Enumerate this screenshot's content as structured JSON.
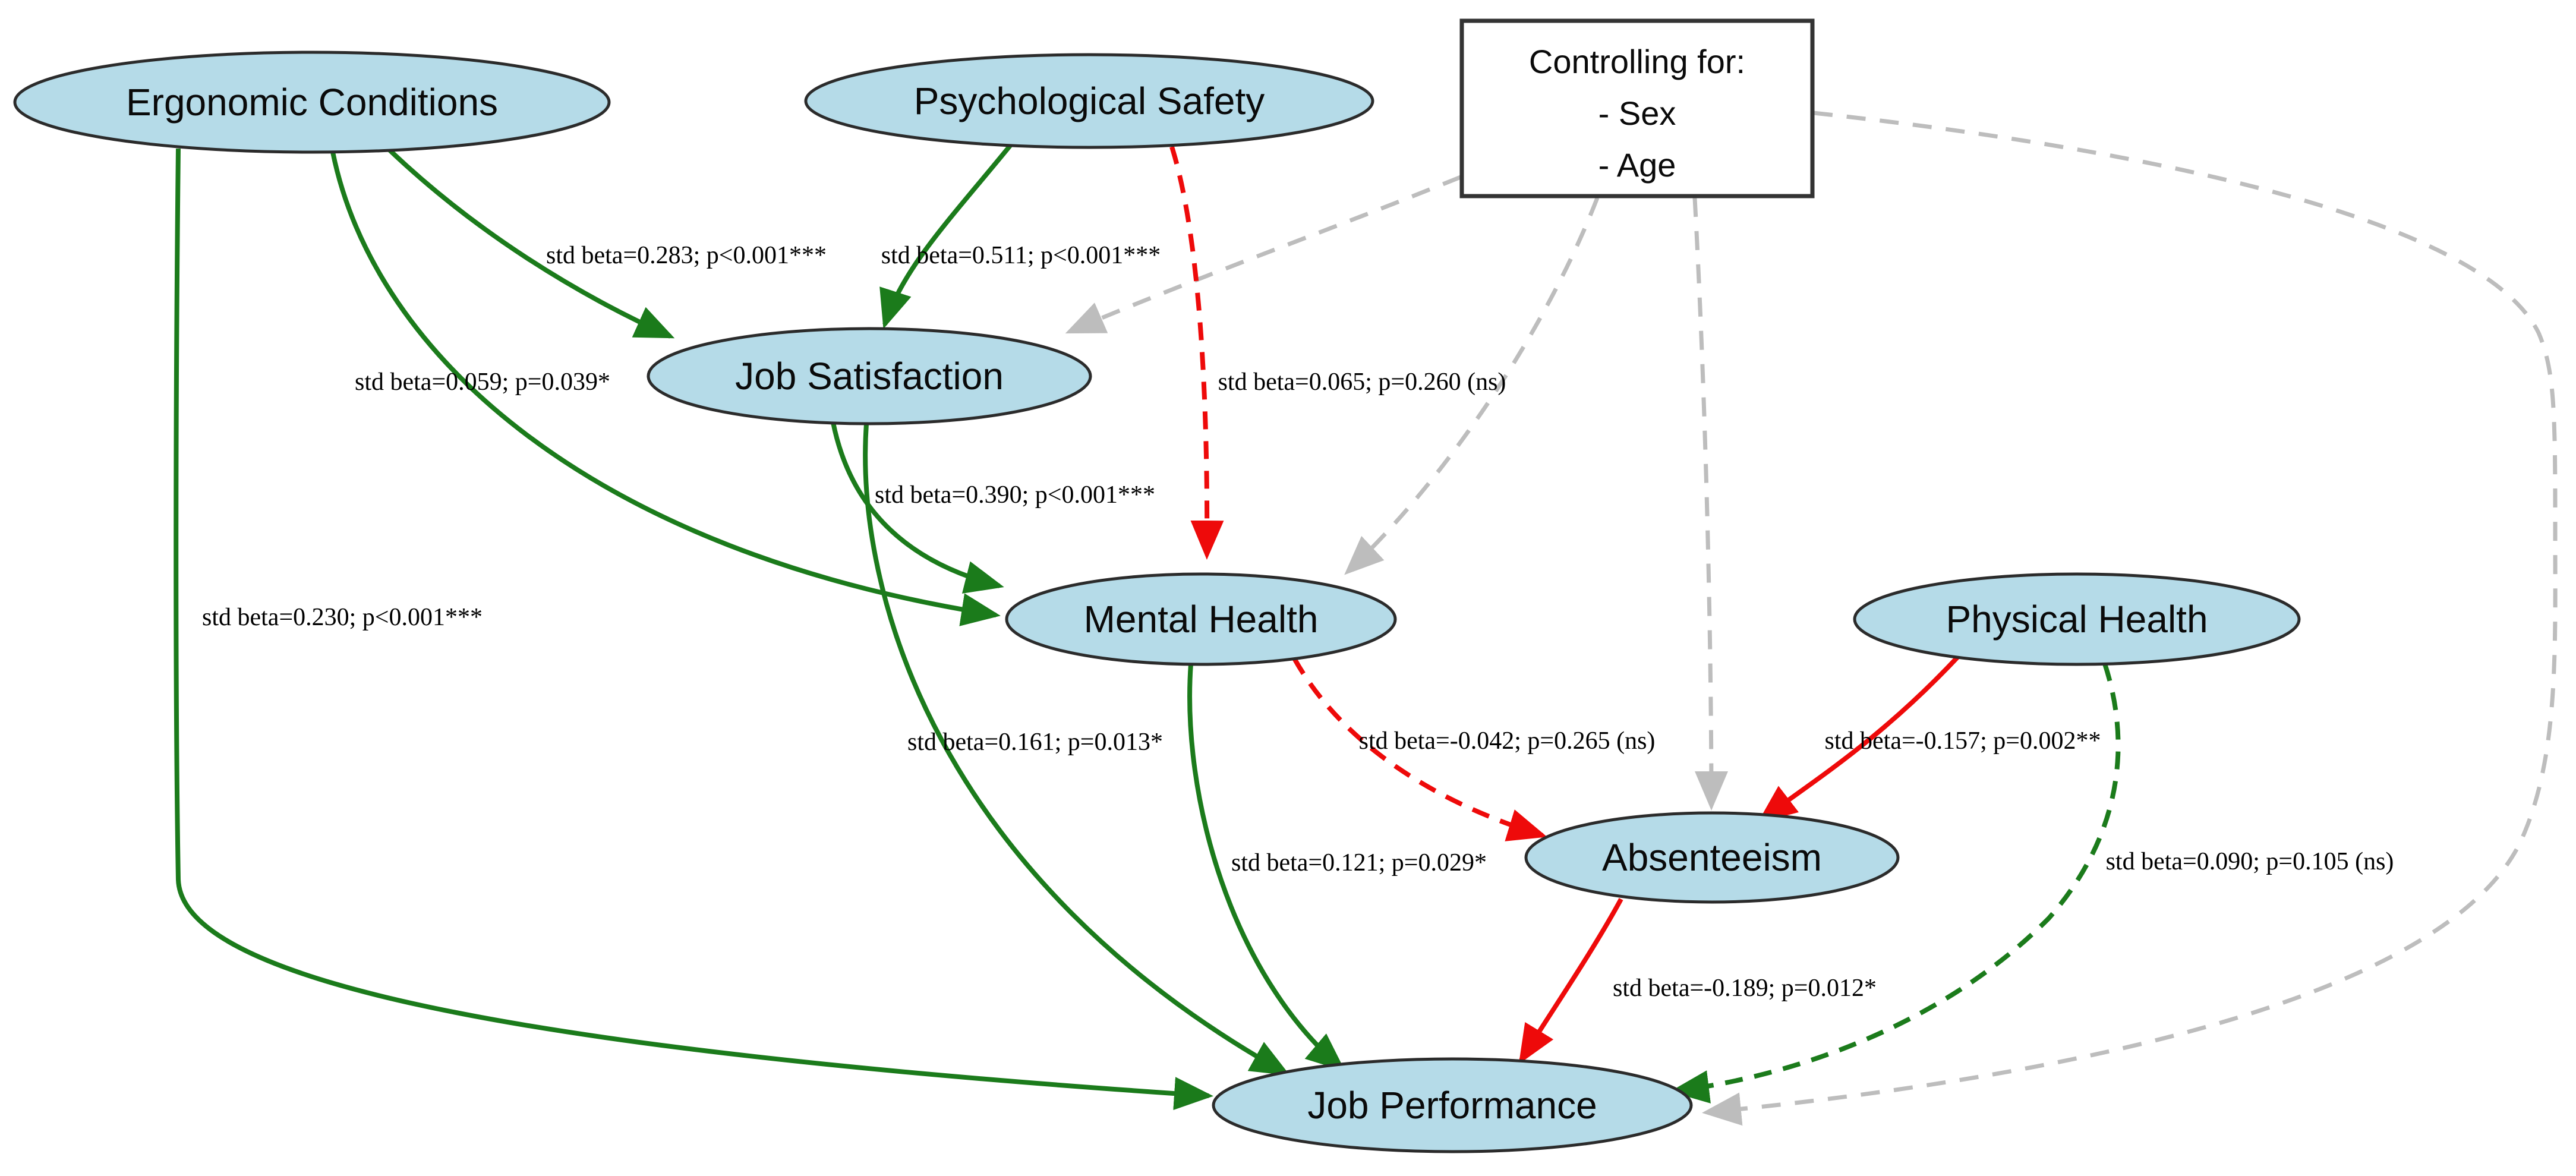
{
  "diagram": {
    "type": "path-model",
    "colors": {
      "positive_effect": "#1b7b1b",
      "negative_effect": "#ee0a0a",
      "control_path": "#bdbdbd",
      "node_fill": "#b5dbe8",
      "node_border": "#2b2b2b"
    },
    "nodes": [
      {
        "id": "ergonomic_conditions",
        "label": "Ergonomic Conditions"
      },
      {
        "id": "psychological_safety",
        "label": "Psychological Safety"
      },
      {
        "id": "job_satisfaction",
        "label": "Job Satisfaction"
      },
      {
        "id": "mental_health",
        "label": "Mental Health"
      },
      {
        "id": "physical_health",
        "label": "Physical Health"
      },
      {
        "id": "absenteeism",
        "label": "Absenteeism"
      },
      {
        "id": "job_performance",
        "label": "Job Performance"
      }
    ],
    "control_box": {
      "title": "Controlling for:",
      "items": [
        "- Sex",
        "- Age"
      ]
    },
    "edges": [
      {
        "from": "Ergonomic Conditions",
        "to": "Job Satisfaction",
        "label": "std beta=0.283; p<0.001***",
        "std_beta": 0.283,
        "p": "<0.001",
        "significance": "***",
        "style": "solid",
        "color": "#1b7b1b"
      },
      {
        "from": "Psychological Safety",
        "to": "Job Satisfaction",
        "label": "std beta=0.511; p<0.001***",
        "std_beta": 0.511,
        "p": "<0.001",
        "significance": "***",
        "style": "solid",
        "color": "#1b7b1b"
      },
      {
        "from": "Ergonomic Conditions",
        "to": "Mental Health",
        "label": "std beta=0.059; p=0.039*",
        "std_beta": 0.059,
        "p": "0.039",
        "significance": "*",
        "style": "solid",
        "color": "#1b7b1b"
      },
      {
        "from": "Psychological Safety",
        "to": "Mental Health",
        "label": "std beta=0.065; p=0.260 (ns)",
        "std_beta": 0.065,
        "p": "0.260",
        "significance": "ns",
        "style": "dashed",
        "color": "#ee0a0a"
      },
      {
        "from": "Job Satisfaction",
        "to": "Mental Health",
        "label": "std beta=0.390; p<0.001***",
        "std_beta": 0.39,
        "p": "<0.001",
        "significance": "***",
        "style": "solid",
        "color": "#1b7b1b"
      },
      {
        "from": "Ergonomic Conditions",
        "to": "Job Performance",
        "label": "std beta=0.230; p<0.001***",
        "std_beta": 0.23,
        "p": "<0.001",
        "significance": "***",
        "style": "solid",
        "color": "#1b7b1b"
      },
      {
        "from": "Job Satisfaction",
        "to": "Job Performance",
        "label": "std beta=0.161; p=0.013*",
        "std_beta": 0.161,
        "p": "0.013",
        "significance": "*",
        "style": "solid",
        "color": "#1b7b1b"
      },
      {
        "from": "Mental Health",
        "to": "Absenteeism",
        "label": "std beta=-0.042; p=0.265 (ns)",
        "std_beta": -0.042,
        "p": "0.265",
        "significance": "ns",
        "style": "dashed",
        "color": "#ee0a0a"
      },
      {
        "from": "Physical Health",
        "to": "Absenteeism",
        "label": "std beta=-0.157; p=0.002**",
        "std_beta": -0.157,
        "p": "0.002",
        "significance": "**",
        "style": "solid",
        "color": "#ee0a0a"
      },
      {
        "from": "Mental Health",
        "to": "Job Performance",
        "label": "std beta=0.121; p=0.029*",
        "std_beta": 0.121,
        "p": "0.029",
        "significance": "*",
        "style": "solid",
        "color": "#1b7b1b"
      },
      {
        "from": "Physical Health",
        "to": "Job Performance",
        "label": "std beta=0.090; p=0.105 (ns)",
        "std_beta": 0.09,
        "p": "0.105",
        "significance": "ns",
        "style": "dashed",
        "color": "#1b7b1b"
      },
      {
        "from": "Absenteeism",
        "to": "Job Performance",
        "label": "std beta=-0.189; p=0.012*",
        "std_beta": -0.189,
        "p": "0.012",
        "significance": "*",
        "style": "solid",
        "color": "#ee0a0a"
      }
    ],
    "control_edges": [
      {
        "from": "Controls",
        "to": "Job Satisfaction",
        "style": "dashed",
        "color": "#bdbdbd"
      },
      {
        "from": "Controls",
        "to": "Mental Health",
        "style": "dashed",
        "color": "#bdbdbd"
      },
      {
        "from": "Controls",
        "to": "Absenteeism",
        "style": "dashed",
        "color": "#bdbdbd"
      },
      {
        "from": "Controls",
        "to": "Job Performance",
        "style": "dashed",
        "color": "#bdbdbd"
      }
    ]
  }
}
